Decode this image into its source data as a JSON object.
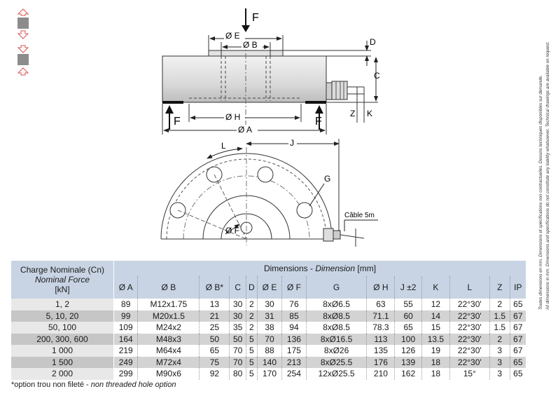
{
  "drawing": {
    "labels": {
      "force_top": "F",
      "force_left": "F",
      "force_right": "F",
      "dia_e": "Ø E",
      "dia_b": "Ø B",
      "dia_h": "Ø H",
      "dia_a": "Ø A",
      "dia_f": "Ø F",
      "dim_d": "D",
      "dim_c": "C",
      "dim_z": "Z",
      "dim_k": "K",
      "dim_l": "L",
      "dim_j": "J",
      "dim_g": "G",
      "cable": "Câble 5m"
    }
  },
  "side_note": {
    "french": "Toutes dimensions en mm. Dimensions et spécifications non contractuelles. Dessins techniques disponibles sur demande.",
    "english": "All dimensions in mm. Dimensions and specifications do not constitute any liability whatsoever. Technical drawings are available on request."
  },
  "table": {
    "charge_header": {
      "line1": "Charge Nominale (Cn)",
      "line2": "Nominal Force",
      "line3": "[kN]"
    },
    "dimensions_header": {
      "fr": "Dimensions - ",
      "en": "Dimension",
      "unit": " [mm]"
    },
    "columns": [
      "Ø A",
      "Ø B",
      "Ø B*",
      "C",
      "D",
      "Ø E",
      "Ø F",
      "G",
      "Ø H",
      "J ±2",
      "K",
      "L",
      "Z",
      "IP"
    ],
    "rows": [
      {
        "charge": "1, 2",
        "cells": [
          "89",
          "M12x1.75",
          "13",
          "30",
          "2",
          "30",
          "76",
          "8xØ6.5",
          "63",
          "55",
          "12",
          "22°30'",
          "2",
          "65"
        ]
      },
      {
        "charge": "5, 10, 20",
        "cells": [
          "99",
          "M20x1.5",
          "21",
          "30",
          "2",
          "31",
          "85",
          "8xØ8.5",
          "71.1",
          "60",
          "14",
          "22°30'",
          "1.5",
          "67"
        ]
      },
      {
        "charge": "50, 100",
        "cells": [
          "109",
          "M24x2",
          "25",
          "35",
          "2",
          "38",
          "94",
          "8xØ8.5",
          "78.3",
          "65",
          "15",
          "22°30'",
          "1.5",
          "67"
        ]
      },
      {
        "charge": "200, 300, 600",
        "cells": [
          "164",
          "M48x3",
          "50",
          "50",
          "5",
          "70",
          "136",
          "8xØ16.5",
          "113",
          "100",
          "13.5",
          "22°30'",
          "2",
          "67"
        ]
      },
      {
        "charge": "1 000",
        "cells": [
          "219",
          "M64x4",
          "65",
          "70",
          "5",
          "88",
          "175",
          "8xØ26",
          "135",
          "126",
          "19",
          "22°30'",
          "3",
          "67"
        ]
      },
      {
        "charge": "1 500",
        "cells": [
          "249",
          "M72x4",
          "75",
          "70",
          "5",
          "140",
          "213",
          "8xØ25.5",
          "176",
          "139",
          "18",
          "22°30'",
          "3",
          "65"
        ]
      },
      {
        "charge": "2 000",
        "cells": [
          "299",
          "M90x6",
          "92",
          "80",
          "5",
          "170",
          "254",
          "12xØ25.5",
          "210",
          "162",
          "18",
          "15°",
          "3",
          "65"
        ]
      }
    ]
  },
  "footnote": {
    "fr": "*option trou non fileté",
    "sep": " - ",
    "en": "non threaded hole option"
  },
  "colors": {
    "header_bg": "#c8d4e4",
    "row_shade": "#d3d3d3",
    "arrow_red": "#d9534f",
    "box_gray": "#8c8c8c"
  }
}
